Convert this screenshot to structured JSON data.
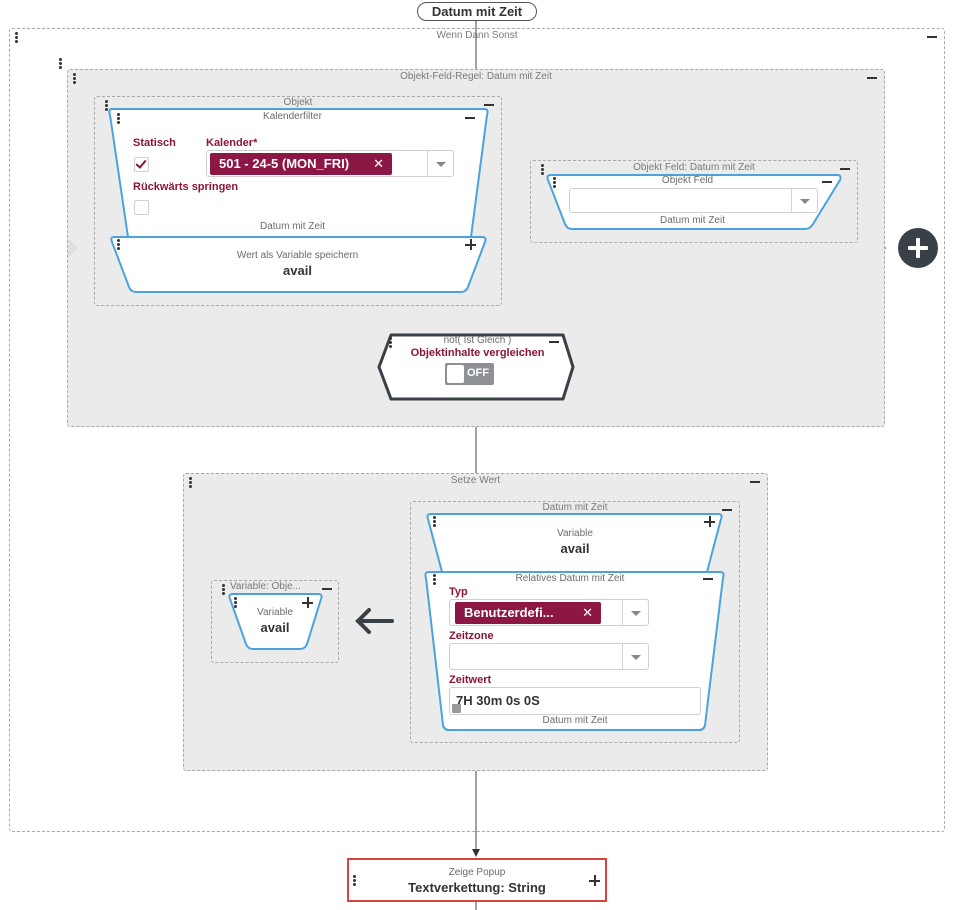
{
  "top_pill": "Datum mit Zeit",
  "wenn_dann": {
    "title": "Wenn Dann Sonst"
  },
  "objekt_feld_regel": {
    "title": "Objekt-Feld-Regel: Datum mit Zeit"
  },
  "objekt": {
    "title": "Objekt",
    "kalenderfilter": {
      "title": "Kalenderfilter",
      "statisch_label": "Statisch",
      "statisch_checked": true,
      "kalender_label": "Kalender*",
      "kalender_value": "501 - 24-5 (MON_FRI)",
      "rueckwaerts_label": "Rückwärts springen",
      "rueckwaerts_checked": false,
      "output_type": "Datum mit Zeit"
    },
    "wert_als_variable": {
      "title": "Wert als Variable speichern",
      "value": "avail"
    }
  },
  "objekt_feld_group": {
    "title": "Objekt Feld: Datum mit Zeit",
    "block_title": "Objekt Feld",
    "select_value": "",
    "output_type": "Datum mit Zeit"
  },
  "compare": {
    "title": "not( Ist Gleich )",
    "label": "Objektinhalte vergleichen",
    "toggle_label": "OFF",
    "toggle_on": false
  },
  "setze_wert": {
    "title": "Setze Wert",
    "variable_group_title": "Variable: Obje...",
    "variable_block_title": "Variable",
    "variable_value": "avail",
    "datum_group_title": "Datum mit Zeit",
    "datum_variable_title": "Variable",
    "datum_variable_value": "avail",
    "relatives": {
      "title": "Relatives Datum mit Zeit",
      "typ_label": "Typ",
      "typ_value": "Benutzerdefi...",
      "zeitzone_label": "Zeitzone",
      "zeitzone_value": "",
      "zeitwert_label": "Zeitwert",
      "zeitwert_value": "7H 30m 0s 0S",
      "output_type": "Datum mit Zeit"
    }
  },
  "zeige_popup": {
    "title": "Zeige Popup",
    "value": "Textverkettung: String"
  },
  "colors": {
    "accent": "#8a1538",
    "block_border": "#4aa3df",
    "popup_border": "#d9423a",
    "add_button": "#3a4047"
  },
  "icons": [
    "plus-icon",
    "minus-icon",
    "drag-handle-icon",
    "remove-chip-icon",
    "dropdown-caret-icon",
    "checkmark-icon",
    "arrow-left-icon",
    "add-circle-icon",
    "resize-grip-icon"
  ]
}
